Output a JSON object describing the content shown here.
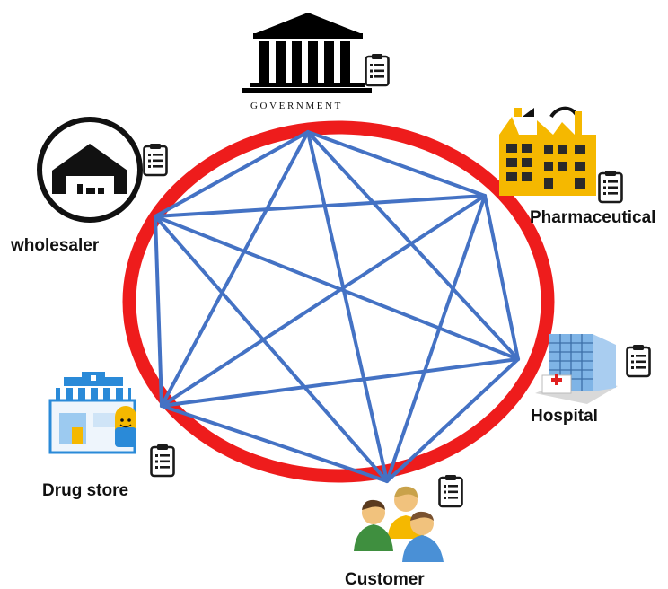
{
  "diagram": {
    "nodes": {
      "government": {
        "label": "GOVERNMENT",
        "icon": "government-building-icon"
      },
      "pharmaceutical": {
        "label": "Pharmaceutical",
        "icon": "factory-icon"
      },
      "hospital": {
        "label": "Hospital",
        "icon": "hospital-icon"
      },
      "customer": {
        "label": "Customer",
        "icon": "customer-group-icon"
      },
      "drug_store": {
        "label": "Drug store",
        "icon": "drug-store-icon"
      },
      "wholesaler": {
        "label": "wholesaler",
        "icon": "warehouse-icon"
      }
    },
    "record_icon": "clipboard-icon",
    "connections": "every node linked to every other node",
    "colors": {
      "ring": "#ee1c1c",
      "links": "#4472c4",
      "factory": "#f5b800",
      "roof": "#2a8ad8"
    }
  }
}
